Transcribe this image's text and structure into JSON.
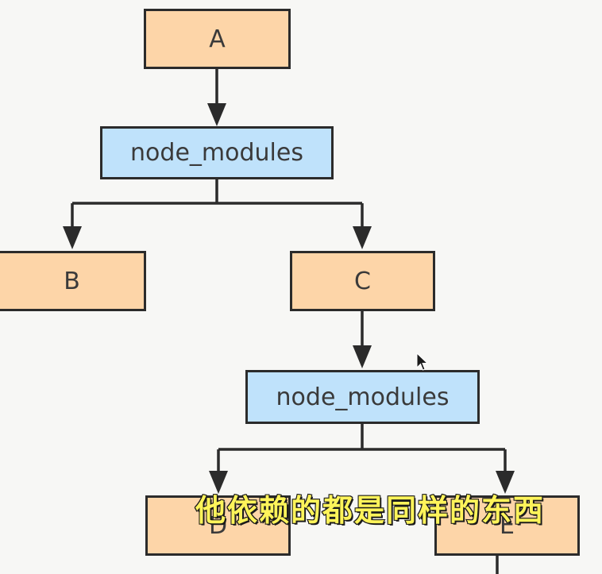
{
  "nodes": {
    "a": "A",
    "node_modules_top": "node_modules",
    "b": "B",
    "c": "C",
    "node_modules_inner": "node_modules",
    "d": "D",
    "e": "E"
  },
  "subtitle": "他依赖的都是同样的东西",
  "colors": {
    "package_fill": "#fdd5a8",
    "folder_fill": "#bfe2fb",
    "stroke": "#2b2b2b",
    "subtitle_fill": "#fff45a"
  }
}
